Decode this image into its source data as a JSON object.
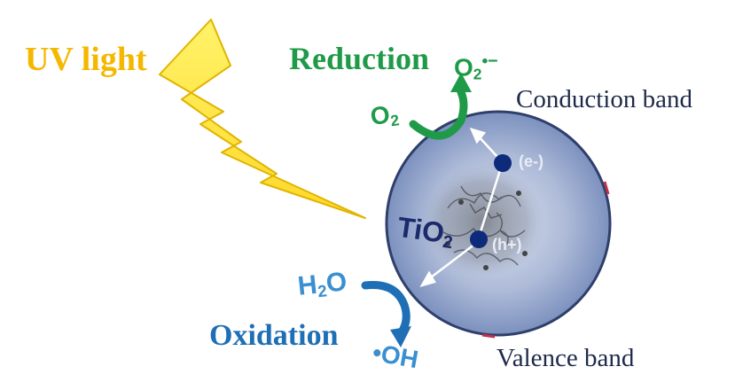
{
  "labels": {
    "uv_light": "UV light",
    "reduction": "Reduction",
    "oxidation": "Oxidation",
    "conduction_band": "Conduction band",
    "valence_band": "Valence band"
  },
  "species": {
    "o2_base": "O",
    "o2_sub": "2",
    "superoxide_base": "O",
    "superoxide_sub": "2",
    "superoxide_sup": "•−",
    "water_h": "H",
    "water_sub": "2",
    "water_o": "O",
    "hydroxyl": "•OH",
    "tio2_base": "TiO",
    "tio2_sub": "2"
  },
  "carriers": {
    "electron": "(e-)",
    "hole": "(h+)"
  },
  "colors": {
    "uv": "#f5b800",
    "lightning_fill": "#ffe84a",
    "reduction": "#1f9a48",
    "oxidation": "#1e6fb5",
    "band_text": "#1f2a4a",
    "particle": "#1a2a6a"
  },
  "icons": {
    "lightning": "lightning-bolt-icon",
    "reduction_arrow": "curved-arrow-icon",
    "oxidation_arrow": "curved-arrow-icon"
  }
}
